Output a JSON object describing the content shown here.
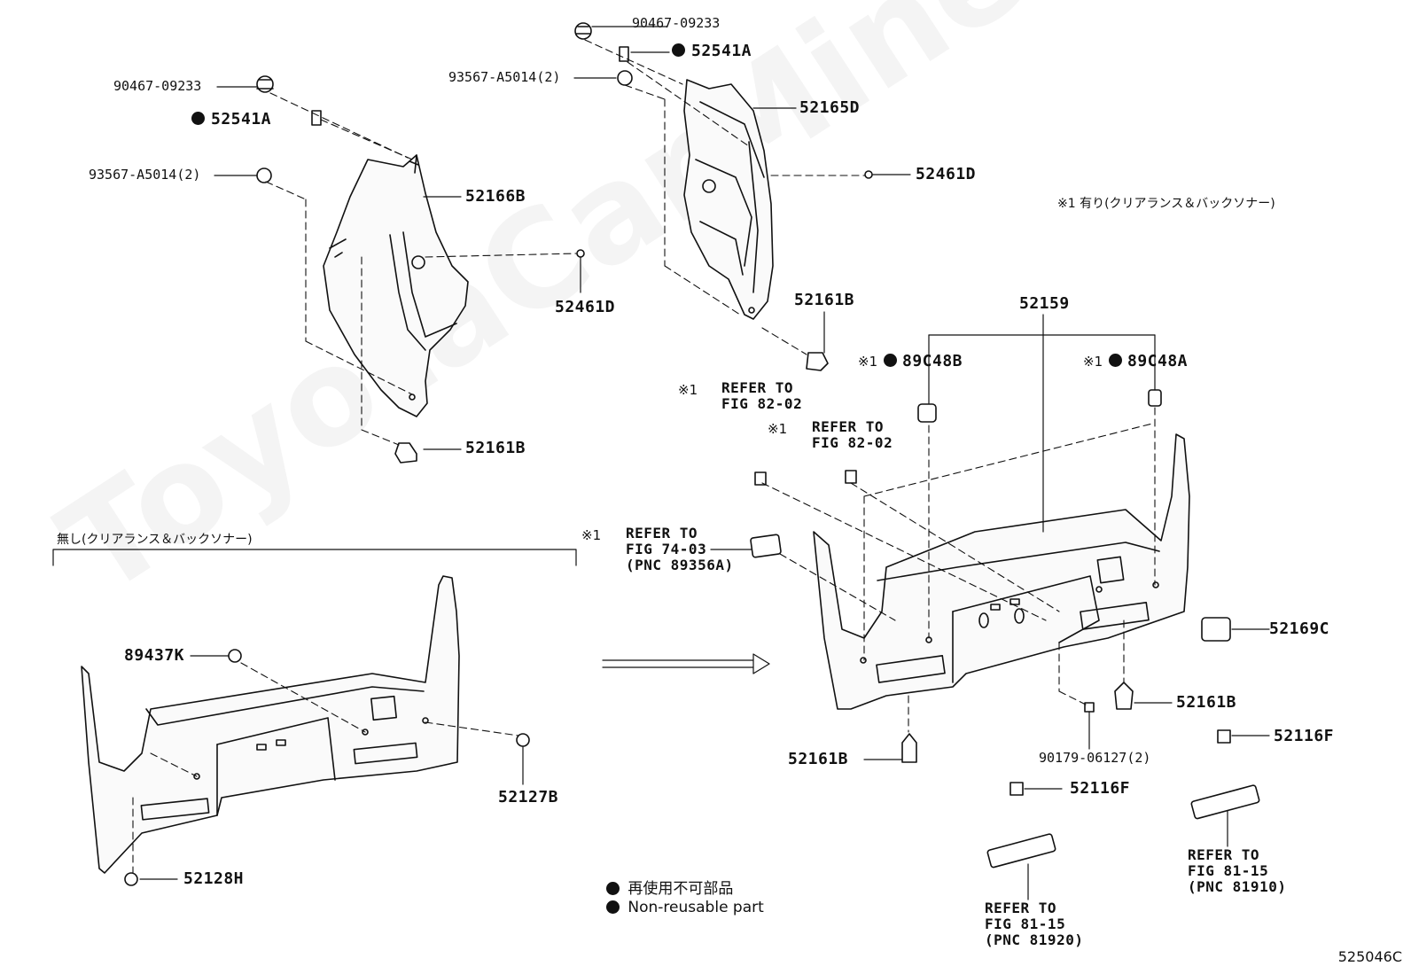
{
  "watermark": "ToyotaCarMine.ru",
  "diagram_code": "525046C",
  "notes": {
    "with_sonar": "※1 有り(クリアランス＆バックソナー)",
    "without_sonar": "無し(クリアランス＆バックソナー)",
    "mark_x1": "※1"
  },
  "legend": {
    "jp": "再使用不可部品",
    "en": "Non-reusable part"
  },
  "parts": {
    "p90467_09233_top": "90467-09233",
    "p52541A_top": "52541A",
    "p93567_top": "93567-A5014(2)",
    "p52165D": "52165D",
    "p52461D_right": "52461D",
    "p52161B_mid": "52161B",
    "p52159": "52159",
    "p89C48B": "89C48B",
    "p89C48A": "89C48A",
    "p90467_09233_left": "90467-09233",
    "p52541A_left": "52541A",
    "p93567_left": "93567-A5014(2)",
    "p52166B": "52166B",
    "p52461D_left": "52461D",
    "p52161B_left": "52161B",
    "p89437K": "89437K",
    "p52127B": "52127B",
    "p52128H": "52128H",
    "p52169C": "52169C",
    "p52161B_right": "52161B",
    "p52161B_bottom": "52161B",
    "p90179": "90179-06127(2)",
    "p52116F_a": "52116F",
    "p52116F_b": "52116F"
  },
  "refs": {
    "ref_82_02_a": "REFER TO\nFIG 82-02",
    "ref_82_02_b": "REFER TO\nFIG 82-02",
    "ref_74_03": "REFER TO\nFIG 74-03\n(PNC 89356A)",
    "ref_81_15_a": "REFER TO\nFIG 81-15\n(PNC 81910)",
    "ref_81_15_b": "REFER TO\nFIG 81-15\n(PNC 81920)"
  }
}
